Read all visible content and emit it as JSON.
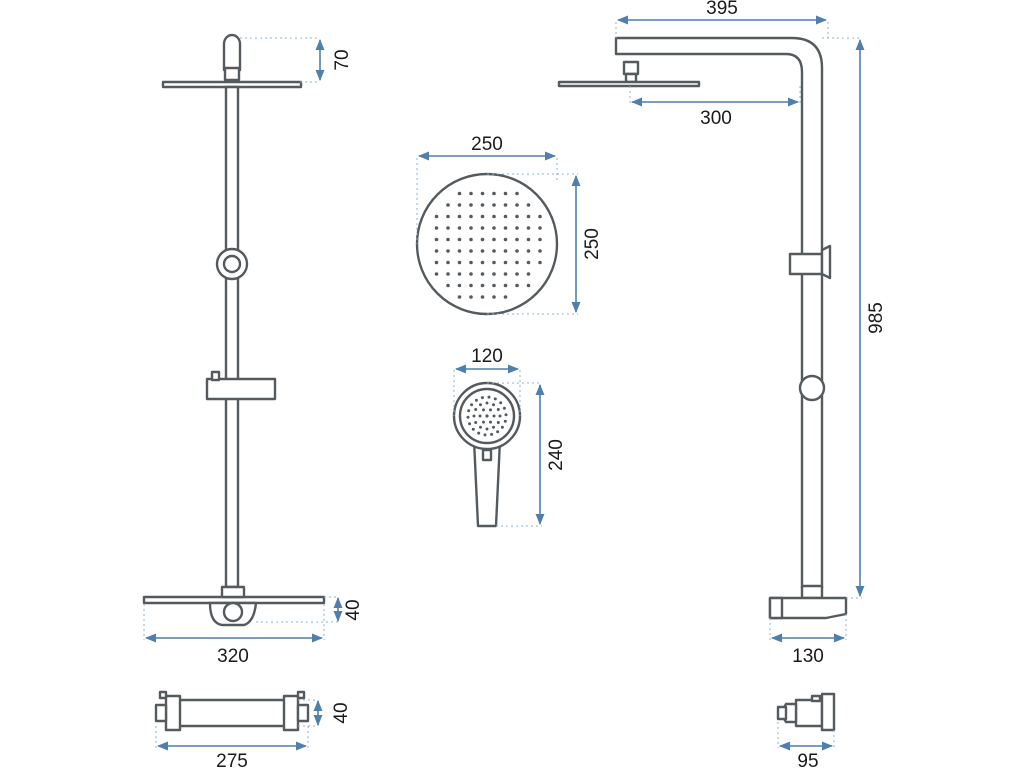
{
  "dimensions": {
    "rain_head_height": "70",
    "column_width": "320",
    "thermostat_depth": "40",
    "thermostat_width": "275",
    "thermostat_height": "40",
    "rain_shower_diameter_w": "250",
    "rain_shower_diameter_h": "250",
    "hand_shower_width": "120",
    "hand_shower_length": "240",
    "arm_reach": "395",
    "arm_inner": "300",
    "total_height": "985",
    "mixer_projection": "130",
    "mixer_side": "95"
  },
  "colors": {
    "metal": "#555a5e",
    "dimension_line": "#4f7fae",
    "text": "#1a1a1a"
  }
}
